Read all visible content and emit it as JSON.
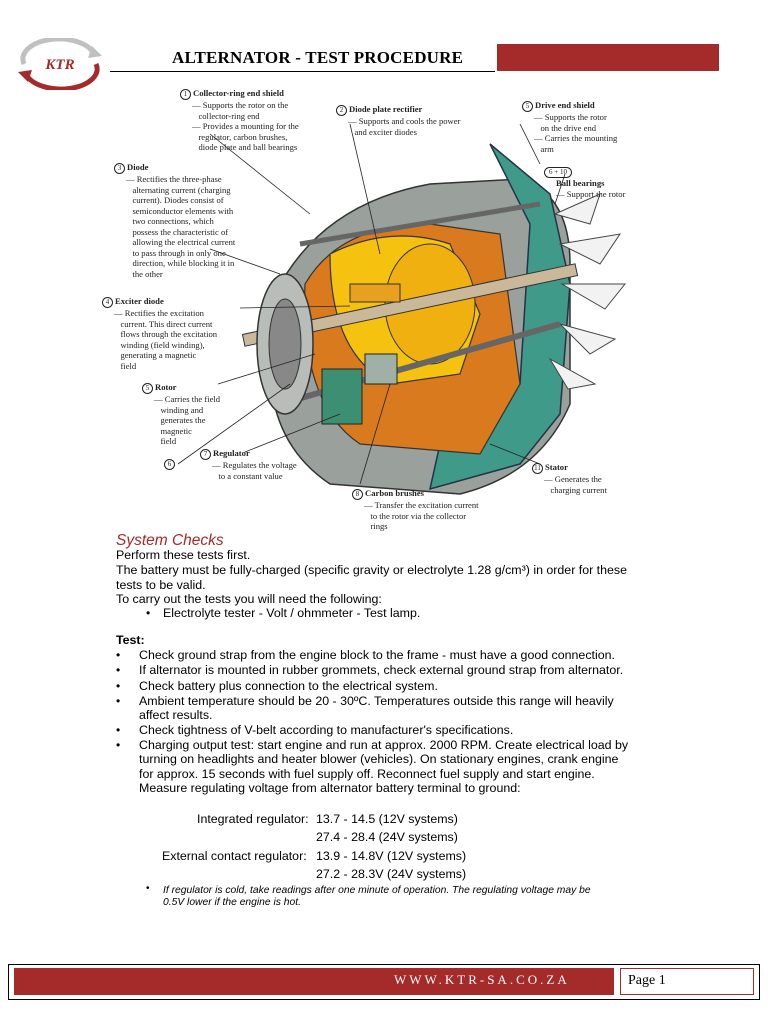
{
  "header": {
    "title": "ALTERNATOR - TEST PROCEDURE",
    "logo_text": "KTR"
  },
  "diagram": {
    "labels": [
      {
        "num": "1",
        "title": "Collector-ring end shield",
        "desc": "— Supports the rotor on the\n   collector-ring end\n— Provides a mounting for the\n   regulator, carbon brushes,\n   diode plate and ball bearings"
      },
      {
        "num": "2",
        "title": "Diode plate rectifier",
        "desc": "— Supports and cools the power\n   and exciter diodes"
      },
      {
        "num": "5",
        "title": "Drive end shield",
        "desc": "— Supports the rotor\n   on the drive end\n— Carries the mounting\n   arm"
      },
      {
        "num": "3",
        "title": "Diode",
        "desc": "— Rectifies the three-phase\n   alternating current (charging\n   current). Diodes consist of\n   semiconductor elements with\n   two connections, which\n   possess the characteristic of\n   allowing the electrical current\n   to pass through in only one\n   direction, while blocking it in\n   the other"
      },
      {
        "num": "6 + 10",
        "title": "Ball bearings",
        "desc": "— Support the rotor"
      },
      {
        "num": "4",
        "title": "Exciter diode",
        "desc": "— Rectifies the excitation\n   current. This direct current\n   flows through the excitation\n   winding (field winding),\n   generating a magnetic\n   field"
      },
      {
        "num": "5",
        "title": "Rotor",
        "desc": "— Carries the field\n   winding and\n   generates the\n   magnetic\n   field"
      },
      {
        "num": "7",
        "title": "Regulator",
        "desc": "— Regulates the voltage\n   to a constant value"
      },
      {
        "num": "6",
        "title": "",
        "desc": ""
      },
      {
        "num": "8",
        "title": "Carbon brushes",
        "desc": "— Transfer the excitation current\n   to the rotor via the collector\n   rings"
      },
      {
        "num": "11",
        "title": "Stator",
        "desc": "— Generates the\n   charging current"
      }
    ]
  },
  "system_checks": {
    "heading": "System Checks",
    "intro1": "Perform these tests first.",
    "intro2a": "The battery must be fully-charged (specific gravity or electrolyte 1.28 g/cm³) in order for these",
    "intro2b": "tests to be valid.",
    "intro3": "To carry out the tests you will need the following:",
    "equipment": "Electrolyte tester - Volt / ohmmeter - Test lamp."
  },
  "test": {
    "heading": "Test:",
    "items": [
      [
        "Check ground strap from the engine block to the frame - must have a good connection."
      ],
      [
        "If alternator is mounted in rubber grommets, check external ground strap from alternator."
      ],
      [
        "Check battery plus connection to the electrical system."
      ],
      [
        "Ambient temperature should be 20 - 30ºC. Temperatures outside this range will heavily",
        "affect results."
      ],
      [
        "Check tightness of V-belt according to manufacturer's specifications."
      ],
      [
        "Charging output test: start engine and run at approx. 2000 RPM. Create electrical load by",
        "turning on headlights and heater blower (vehicles). On stationary engines, crank engine",
        "for approx. 15 seconds with fuel supply off. Reconnect fuel supply and start engine.",
        "Measure regulating voltage from alternator battery terminal to ground:"
      ]
    ],
    "voltages": {
      "integrated_label": "Integrated regulator:",
      "integrated_12v": "13.7 - 14.5 (12V systems)",
      "integrated_24v": "27.4 - 28.4 (24V systems)",
      "external_label": "External contact regulator:",
      "external_12v": "13.9 - 14.8V (12V systems)",
      "external_24v": "27.2 - 28.3V (24V systems)"
    },
    "note_line1": "If regulator is cold, take readings after one minute of operation. The regulating voltage may be",
    "note_line2": "0.5V lower if the engine is hot."
  },
  "footer": {
    "url": "WWW.KTR-SA.CO.ZA",
    "page": "Page 1"
  },
  "colors": {
    "accent": "#a52a2a",
    "heading": "#a52a2a"
  }
}
